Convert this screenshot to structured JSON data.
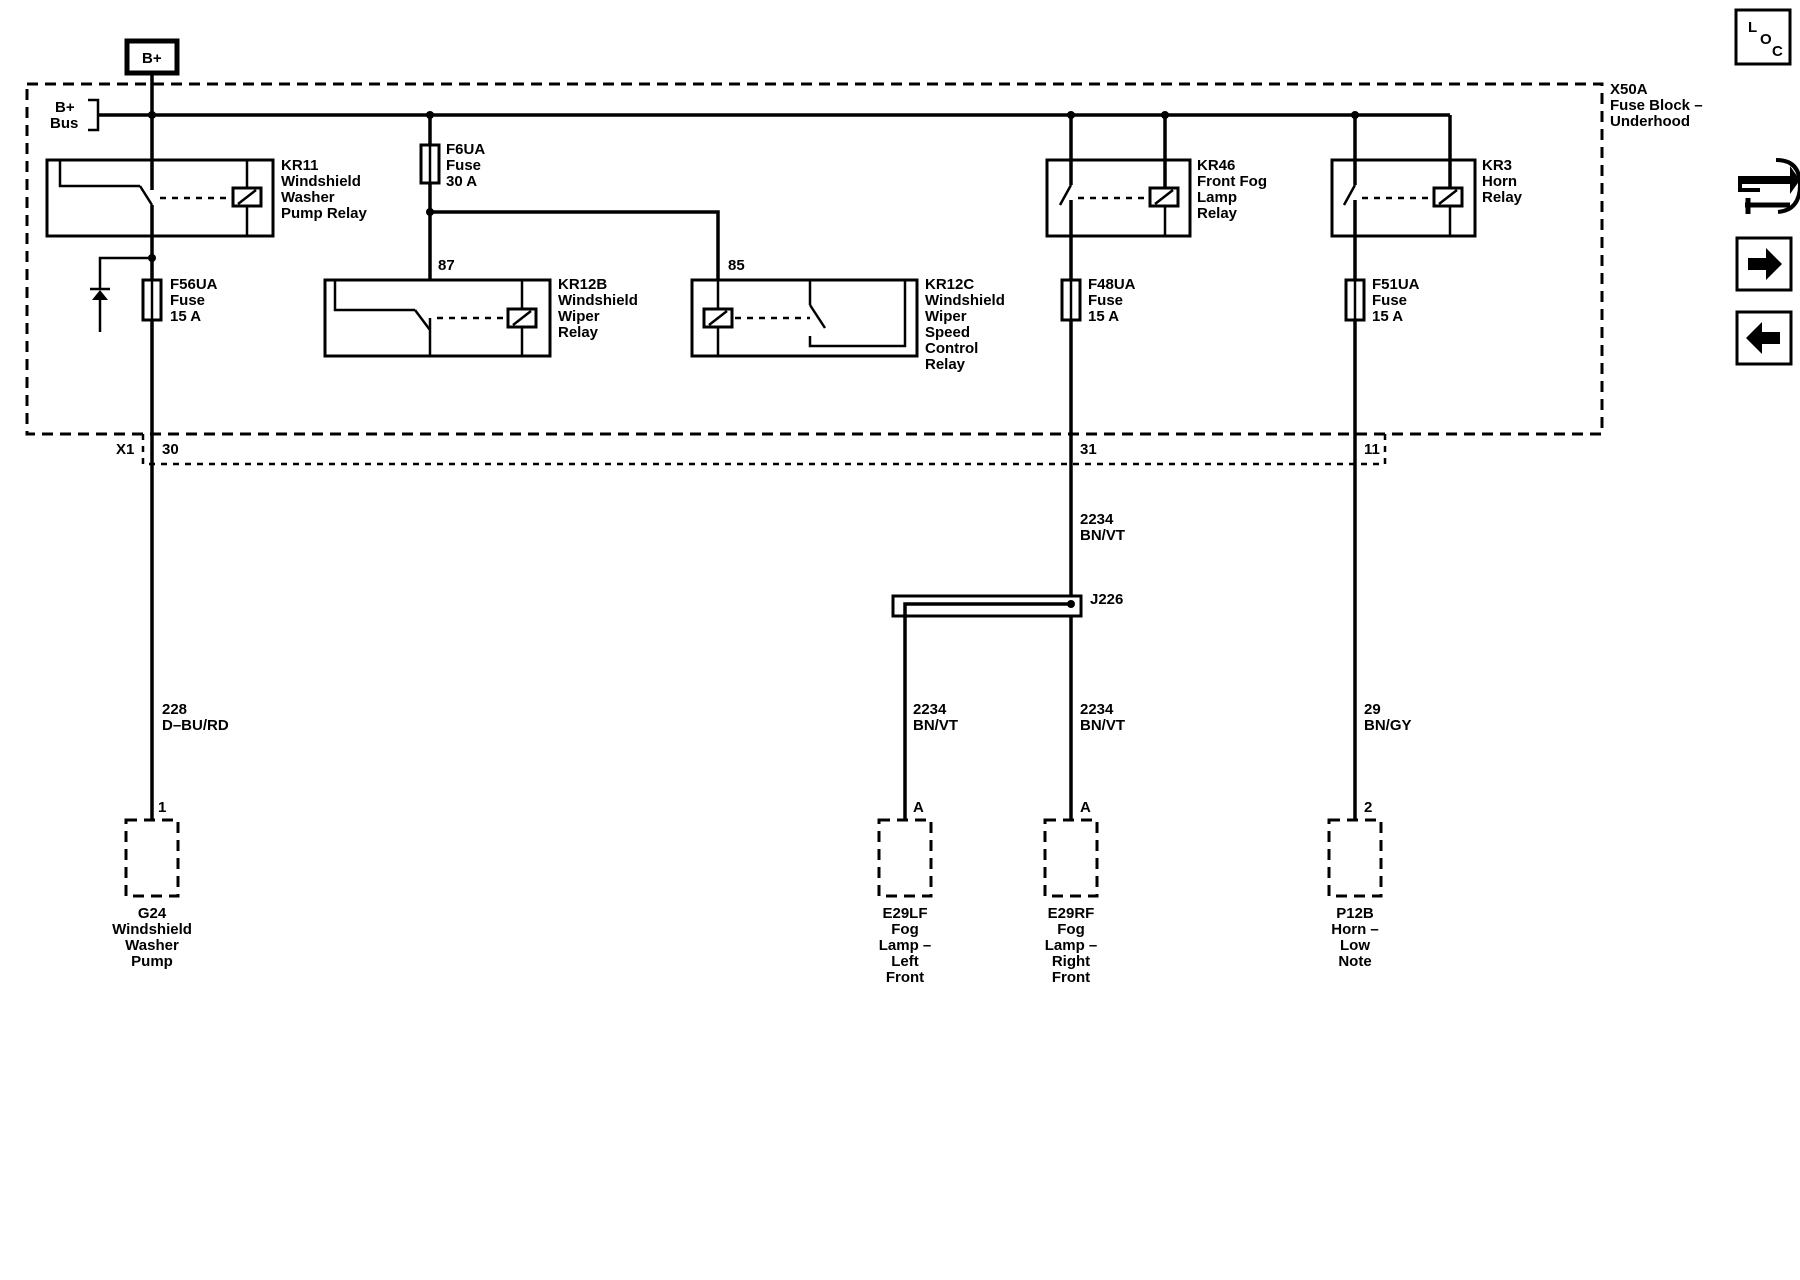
{
  "supply": {
    "bplus_label": "B+",
    "bus_line1": "B+",
    "bus_line2": "Bus"
  },
  "fuse_block": {
    "name": "X50A",
    "line2": "Fuse Block –",
    "line3": "Underhood",
    "connector": "X1"
  },
  "relays": {
    "kr11": [
      "KR11",
      "Windshield",
      "Washer",
      "Pump Relay"
    ],
    "kr12b": [
      "KR12B",
      "Windshield",
      "Wiper",
      "Relay"
    ],
    "kr12b_pin": "87",
    "kr12c": [
      "KR12C",
      "Windshield",
      "Wiper",
      "Speed",
      "Control",
      "Relay"
    ],
    "kr12c_pin": "85",
    "kr46": [
      "KR46",
      "Front Fog",
      "Lamp",
      "Relay"
    ],
    "kr3": [
      "KR3",
      "Horn",
      "Relay"
    ]
  },
  "fuses": {
    "f6ua": [
      "F6UA",
      "Fuse",
      "30 A"
    ],
    "f56ua": [
      "F56UA",
      "Fuse",
      "15 A"
    ],
    "f48ua": [
      "F48UA",
      "Fuse",
      "15 A"
    ],
    "f51ua": [
      "F51UA",
      "Fuse",
      "15 A"
    ]
  },
  "pins": {
    "p30": "30",
    "p31": "31",
    "p11": "11"
  },
  "wires": {
    "w228": [
      "228",
      "D–BU/RD"
    ],
    "w2234_top": [
      "2234",
      "BN/VT"
    ],
    "w2234_left": [
      "2234",
      "BN/VT"
    ],
    "w2234_right": [
      "2234",
      "BN/VT"
    ],
    "w29": [
      "29",
      "BN/GY"
    ]
  },
  "splice": "J226",
  "components": {
    "g24": {
      "pin": "1",
      "lines": [
        "G24",
        "Windshield",
        "Washer",
        "Pump"
      ]
    },
    "e29lf": {
      "pin": "A",
      "lines": [
        "E29LF",
        "Fog",
        "Lamp –",
        "Left",
        "Front"
      ]
    },
    "e29rf": {
      "pin": "A",
      "lines": [
        "E29RF",
        "Fog",
        "Lamp –",
        "Right",
        "Front"
      ]
    },
    "p12b": {
      "pin": "2",
      "lines": [
        "P12B",
        "Horn –",
        "Low",
        "Note"
      ]
    }
  },
  "nav": {
    "loc": [
      "L",
      "O",
      "C"
    ],
    "icons": [
      "connector-tool-icon",
      "next-arrow-icon",
      "previous-arrow-icon"
    ]
  }
}
